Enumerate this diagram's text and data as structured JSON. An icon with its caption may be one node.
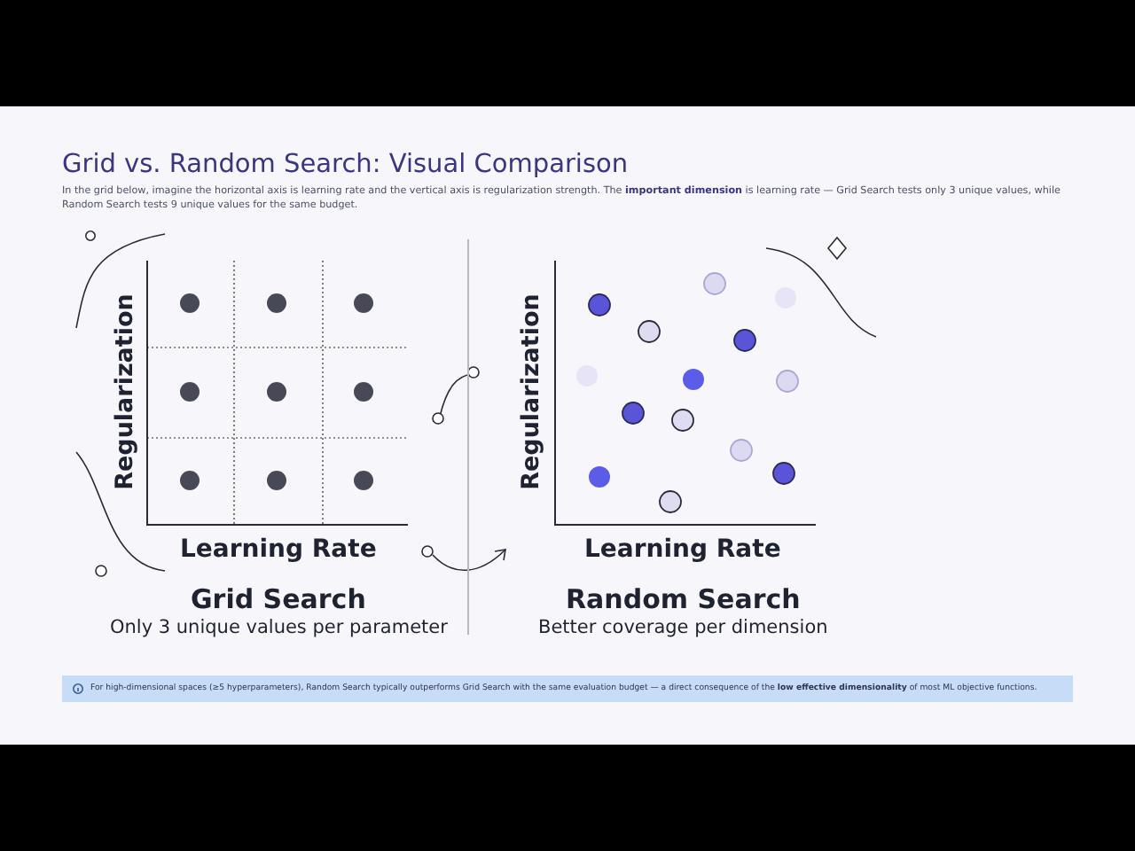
{
  "diagram": {
    "title": "Grid vs. Random Search: Visual Comparison",
    "nodes": [
      {
        "text": [
          "For high-dimensional spaces (≥5 hyperparameters), Random Search typically outperforms Grid Search with the same evaluation budget — a direct consequence of the **low effective dimensionality** of most ML objective functions."
        ]
      }
    ],
    "labels": [
      "In the grid below, imagine the horizontal axis is learning rate and the vertical axis is regularization strength. The **important dimension** is learning rate — Grid Search tests only 3 unique values, while Random Search tests 9 unique values for the same budget.",
      "Regularization",
      "Learning Rate",
      "Grid Search",
      "Only 3 unique values per parameter",
      "Regularization",
      "Learning Rate",
      "Random Search",
      "Better coverage per dimension"
    ]
  }
}
